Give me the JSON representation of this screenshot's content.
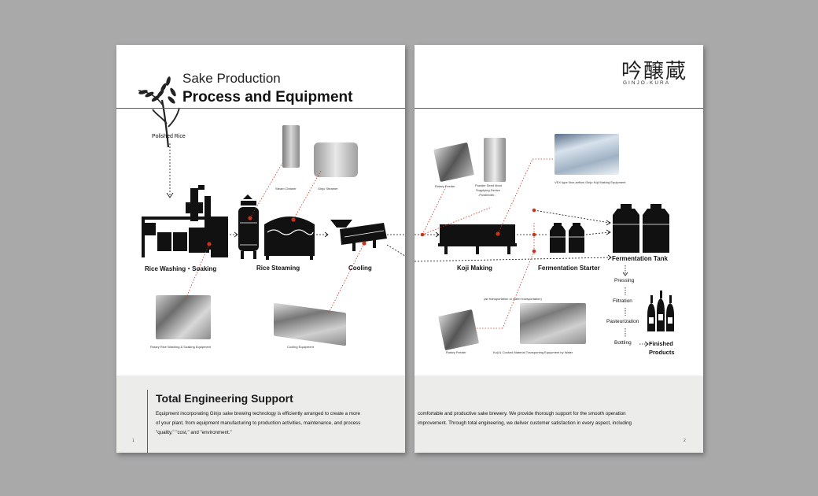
{
  "header": {
    "title_line1": "Sake Production",
    "title_line2": "Process and Equipment",
    "brand_logo_kanji": "吟醸蔵",
    "brand_logo_text": "GINJO-KURA"
  },
  "flow": {
    "input": "Polished Rice",
    "stages": {
      "washing": "Rice Washing・Soaking",
      "steaming": "Rice Steaming",
      "cooling": "Cooling",
      "koji": "Koji Making",
      "starter": "Fermentation Starter",
      "tank": "Fermentation Tank"
    },
    "post_steps": [
      "Pressing",
      "Filtration",
      "Pasteurization",
      "Bottling"
    ],
    "output_line1": "Finished",
    "output_line2": "Products"
  },
  "equipment": {
    "steam_cleaner": "Steam Cleaner",
    "ginjo_steamer": "Ginjo Steamer",
    "rotary_washing": "Rotary Rice Washing & Soaking Equipment",
    "cooling_equipment": "Cooling Equipment",
    "rotary_feeder_top": "Rotary Feeder",
    "powder_seed_line1": "Powder Seed Mold",
    "powder_seed_line2": "Supplying Device",
    "powder_seed_line3": "-Powfeeder-",
    "vex": "VEX type Non-airflow Ginjo Koji Making Equipment",
    "transport_note": "(air transportation or water transportation)",
    "rotary_feeder_bottom": "Rotary Feeder",
    "koji_transport": "Koji & Cooked Material Transporting Equipment by Water"
  },
  "footer": {
    "heading": "Total Engineering Support",
    "left_line1": "Equipment incorporating Ginjo sake brewing technology is efficiently arranged to create a more",
    "left_line2": "of your plant, from equipment manufacturing to production activities, maintenance, and process",
    "left_line3": "\"quality,\" \"cost,\" and \"environment.\"",
    "right_line1": "comfortable and productive sake brewery. We provide thorough support for the smooth operation",
    "right_line2": "improvement. Through total engineering, we deliver customer satisfaction in every aspect, including"
  },
  "page_numbers": {
    "left": "1",
    "right": "2"
  },
  "colors": {
    "accent": "#c8321e",
    "ink": "#111111",
    "footer_bg": "#ececeb",
    "backdrop": "#a9a9aa"
  }
}
